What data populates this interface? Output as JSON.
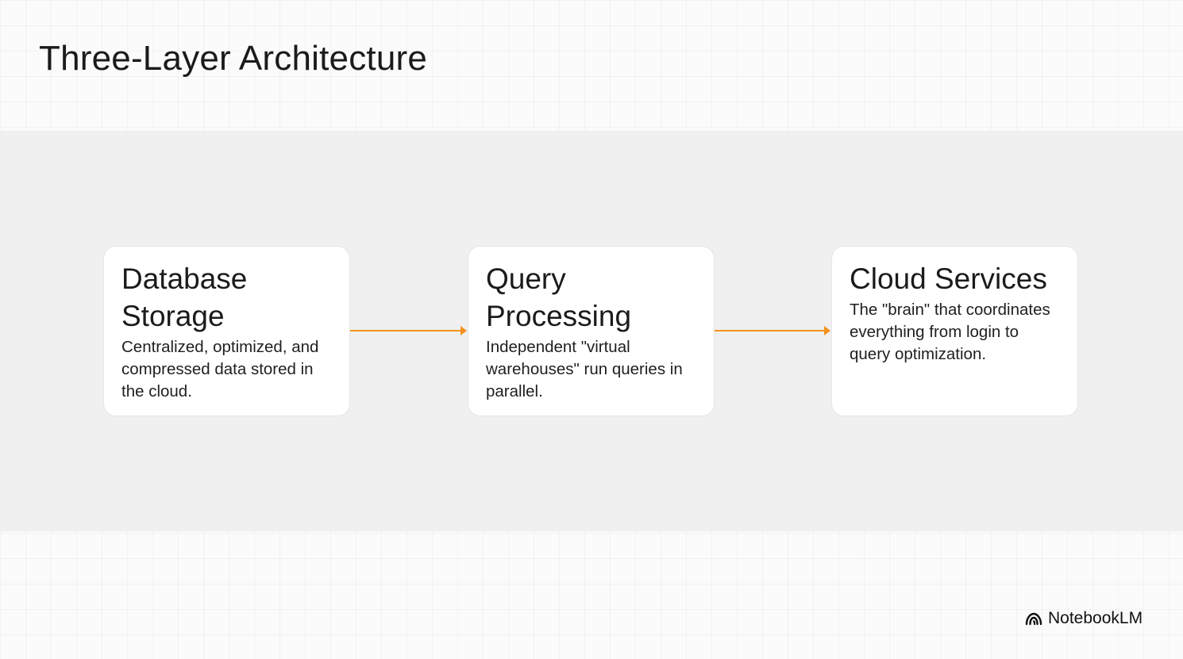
{
  "slide": {
    "title": "Three-Layer Architecture"
  },
  "layers": [
    {
      "heading": "Database Storage",
      "description": "Centralized, optimized, and compressed data stored in the cloud."
    },
    {
      "heading": "Query Processing",
      "description": "Independent \"virtual warehouses\" run queries in parallel."
    },
    {
      "heading": "Cloud Services",
      "description": "The \"brain\" that coordinates everything from login to query optimization."
    }
  ],
  "connectors": [
    {
      "from": "Database Storage",
      "to": "Query Processing"
    },
    {
      "from": "Query Processing",
      "to": "Cloud Services"
    }
  ],
  "colors": {
    "arrow": "#f5921e",
    "band": "#f0f0f0",
    "card": "#ffffff"
  },
  "brand": {
    "name": "NotebookLM",
    "icon": "notebooklm-logo-icon"
  }
}
